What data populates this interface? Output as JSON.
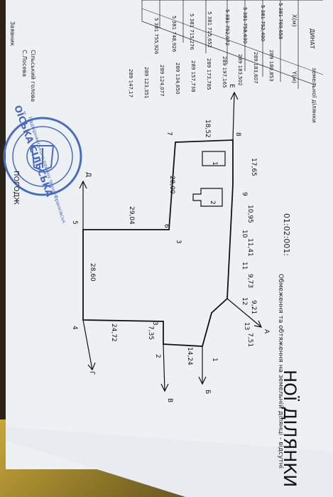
{
  "header": {
    "title_fragment": "НОЇ ДІЛЯНКИ",
    "code_fragment": "01:02:001:",
    "caption": "Обмеження та обтяження на земельній ділянці - відсутні",
    "table_title": "земельної ділянки",
    "table_title_right": "ДИНАТ",
    "col_y": "Y(м)",
    "col_x": "X(м)"
  },
  "coords": {
    "x_values": [
      "5 381 769,658",
      "5 381 752,400",
      "5 381 758,630",
      "5 381 752,072",
      "5 381 715,652",
      "5 381 715,276",
      "5 381 748,926",
      "5 381 755,926"
    ],
    "y_values": [
      "289 180,853",
      "289 183,607",
      "289 183,502",
      "289 197,165",
      "289 173,785",
      "289 157,738",
      "289 134,650",
      "289 124,077",
      "289 123,351",
      "289 147,17"
    ]
  },
  "stamp": {
    "ring_text": "ОЇСЬКА СІЛЬСЬКА",
    "inner_text": "Надвірнянського району Івано-Франківськ",
    "side_name": "С.Лосева",
    "side_role": "Сільський голова",
    "side_role2": "Заявник",
    "agreed": "ПОГОДЖ"
  },
  "plan": {
    "points": [
      "1",
      "2",
      "3",
      "4",
      "5",
      "6",
      "7",
      "8",
      "9",
      "10",
      "11",
      "12",
      "13"
    ],
    "lengths": [
      "18,52",
      "17,65",
      "28,00",
      "29,04",
      "10,95",
      "11,41",
      "9,73",
      "9,21",
      "7,51",
      "14,24",
      "7,35",
      "24,72",
      "28,60"
    ],
    "neighbors": [
      "А",
      "Б",
      "В",
      "Г",
      "Д",
      "Е"
    ],
    "buildings": [
      "1",
      "2"
    ],
    "extra_label": "3"
  }
}
